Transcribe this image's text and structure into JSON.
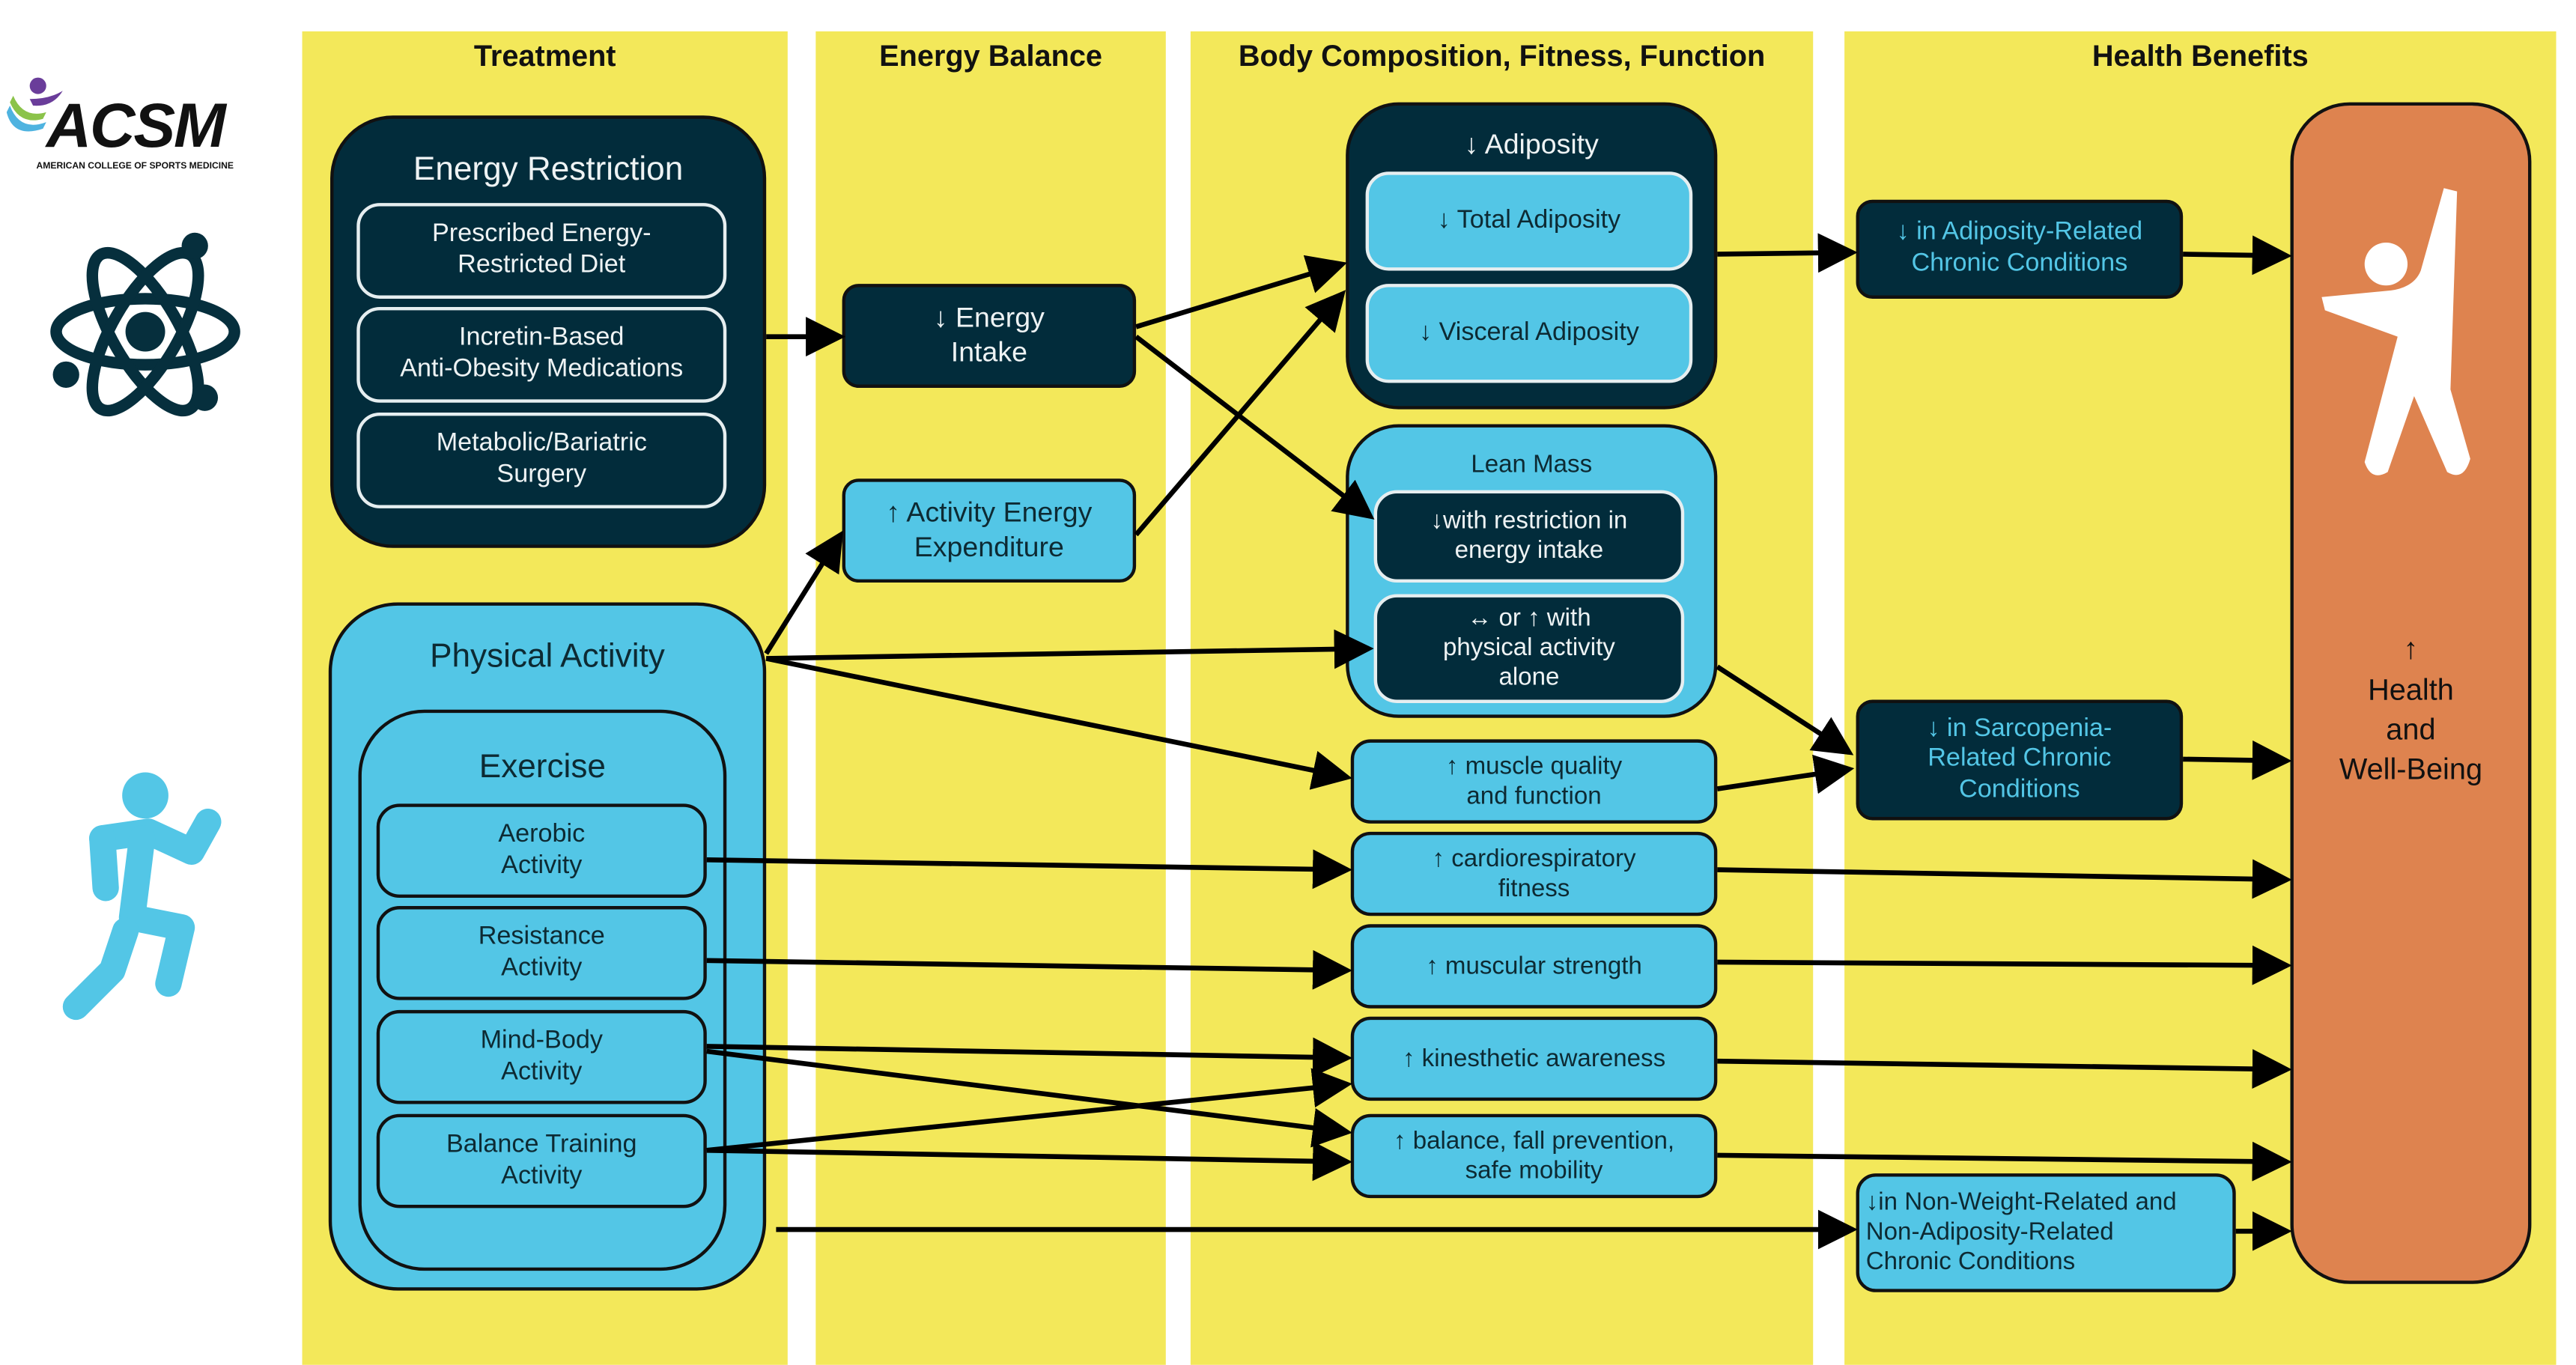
{
  "logo": {
    "name": "ACSM",
    "subtitle": "AMERICAN COLLEGE OF SPORTS MEDICINE",
    "brand_colors": [
      "#6a3d9a",
      "#8bc34a",
      "#4fb3e0"
    ]
  },
  "columns": {
    "treatment": "Treatment",
    "energy_balance": "Energy Balance",
    "body_composition": "Body Composition, Fitness, Function",
    "health_benefits": "Health Benefits"
  },
  "treatment": {
    "energy_restriction": {
      "title": "Energy Restriction",
      "items": [
        "Prescribed Energy-\nRestricted Diet",
        "Incretin-Based\nAnti-Obesity Medications",
        "Metabolic/Bariatric\nSurgery"
      ]
    },
    "physical_activity": {
      "title": "Physical Activity",
      "exercise": {
        "title": "Exercise",
        "items": [
          "Aerobic\nActivity",
          "Resistance\nActivity",
          "Mind-Body\nActivity",
          "Balance Training\nActivity"
        ]
      }
    }
  },
  "energy_balance": {
    "energy_intake": "↓ Energy\nIntake",
    "activity_expenditure": "↑ Activity Energy\nExpenditure"
  },
  "body_composition": {
    "adiposity": {
      "title": "↓ Adiposity",
      "items": [
        "↓ Total Adiposity",
        "↓ Visceral Adiposity"
      ]
    },
    "lean_mass": {
      "title": "Lean Mass",
      "items": [
        "↓with restriction in\nenergy intake",
        "↔ or ↑ with\nphysical activity\nalone"
      ]
    },
    "outcomes": [
      "↑ muscle quality\nand function",
      "↑ cardiorespiratory\nfitness",
      "↑ muscular strength",
      "↑ kinesthetic awareness",
      "↑ balance, fall prevention,\nsafe mobility"
    ]
  },
  "health_benefits": {
    "adiposity_conditions": "↓ in Adiposity-Related\nChronic Conditions",
    "sarcopenia_conditions": "↓ in Sarcopenia-\nRelated Chronic\nConditions",
    "non_weight_conditions": "↓in Non-Weight-Related and\nNon-Adiposity-Related\nChronic Conditions",
    "health_wellbeing": "↑\nHealth\nand\nWell-Being"
  },
  "colors": {
    "column_bg": "#f3e85a",
    "dark_box": "#022c3b",
    "blue_box": "#53c6e6",
    "orange_box": "#de834f"
  }
}
